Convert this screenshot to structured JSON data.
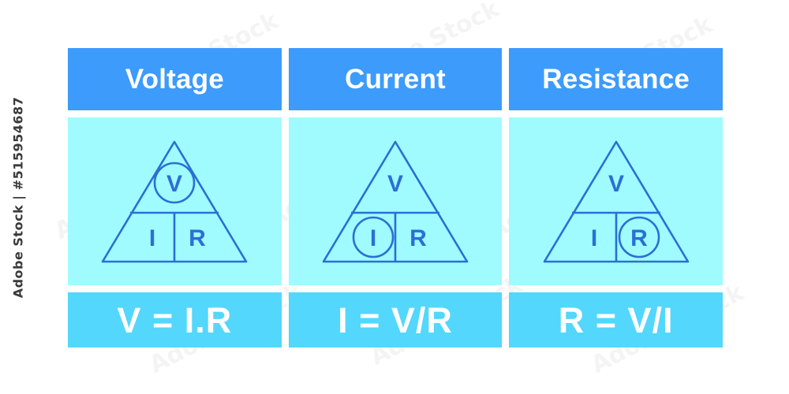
{
  "watermark": {
    "side_label": "Adobe Stock | #515954687",
    "tile_label": "Adobe Stock"
  },
  "colors": {
    "header_bg": "#3d9bfc",
    "diagram_bg": "#9ffbff",
    "formula_bg": "#53d7fc",
    "stroke": "#2b6fd4",
    "text_on_blue": "#ffffff",
    "page_bg": "#ffffff"
  },
  "table": {
    "columns": [
      {
        "id": "voltage",
        "header": "Voltage",
        "formula": "V = I.R",
        "triangle": {
          "top": "V",
          "bottom_left": "I",
          "bottom_right": "R",
          "highlighted": "V"
        }
      },
      {
        "id": "current",
        "header": "Current",
        "formula": "I = V/R",
        "triangle": {
          "top": "V",
          "bottom_left": "I",
          "bottom_right": "R",
          "highlighted": "I"
        }
      },
      {
        "id": "resistance",
        "header": "Resistance",
        "formula": "R = V/I",
        "triangle": {
          "top": "V",
          "bottom_left": "I",
          "bottom_right": "R",
          "highlighted": "R"
        }
      }
    ]
  }
}
